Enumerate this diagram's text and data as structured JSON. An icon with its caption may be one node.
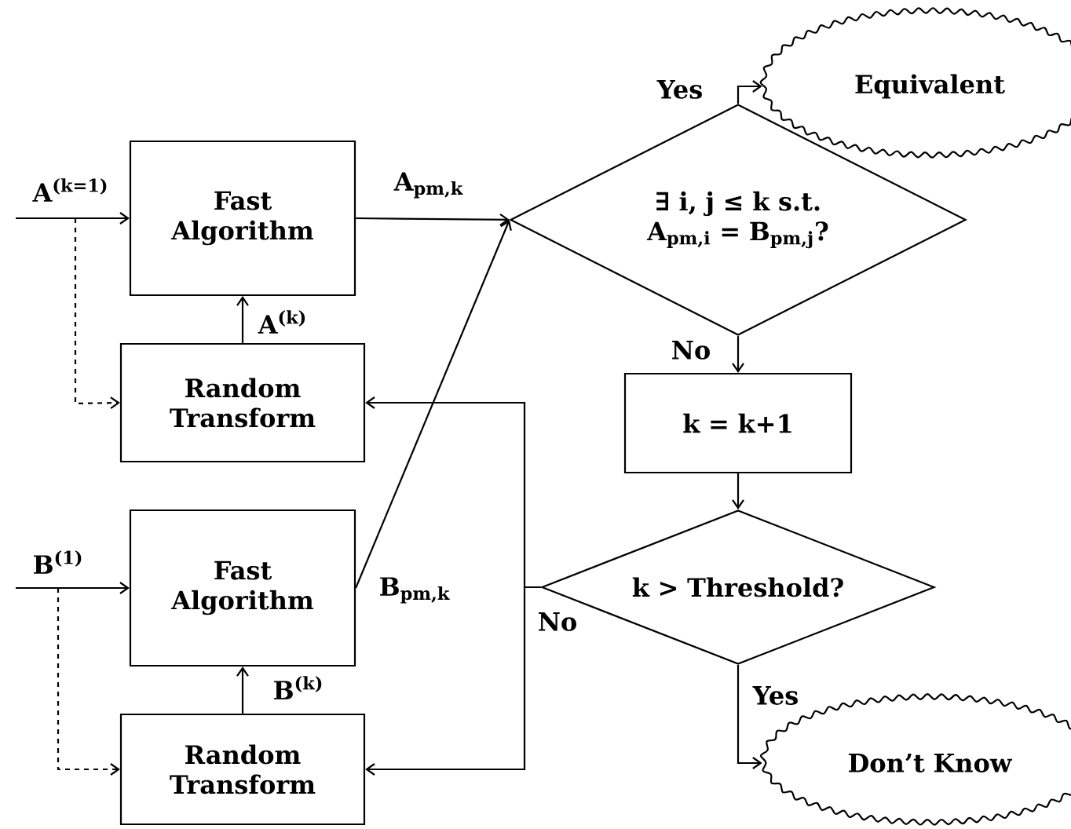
{
  "diagram": {
    "nodes": [
      {
        "text": [
          "Fast Algorithm"
        ]
      },
      {
        "text": [
          "Random Transform"
        ]
      },
      {
        "text": [
          "Fast Algorithm"
        ]
      },
      {
        "text": [
          "Random Transform"
        ]
      },
      {
        "text": [
          "∃ i, j ≤ k s.t. A$_{pm,i}$ = B$_{pm,j}$?"
        ]
      },
      {
        "text": [
          "k = k+1"
        ]
      },
      {
        "text": [
          "k > Threshold?"
        ]
      },
      {
        "text": [
          "Equivalent"
        ]
      },
      {
        "text": [
          "Don’t Know"
        ]
      }
    ],
    "edges": [
      {
        "from": null,
        "to": 0,
        "arrow": "to",
        "label": "A$^{(k=1)}$"
      },
      {
        "from": null,
        "to": 1,
        "arrow": "to",
        "style": "dashed"
      },
      {
        "from": 1,
        "to": 0,
        "arrow": "to",
        "label": "A$^{(k)}$"
      },
      {
        "from": 0,
        "to": 4,
        "arrow": "to",
        "label": "A$_{pm,k}$"
      },
      {
        "from": null,
        "to": 2,
        "arrow": "to",
        "label": "B$^{(1)}$"
      },
      {
        "from": null,
        "to": 3,
        "arrow": "to",
        "style": "dashed"
      },
      {
        "from": 3,
        "to": 2,
        "arrow": "to",
        "label": "B$^{(k)}$"
      },
      {
        "from": 2,
        "to": 4,
        "arrow": "to",
        "label": "B$_{pm,k}$"
      },
      {
        "from": 4,
        "to": 7,
        "arrow": "to",
        "label": "Yes"
      },
      {
        "from": 4,
        "to": 5,
        "arrow": "to",
        "label": "No"
      },
      {
        "from": 5,
        "to": 6,
        "arrow": "to"
      },
      {
        "from": 6,
        "to": 1,
        "arrow": "to",
        "label": "No"
      },
      {
        "from": 6,
        "to": 3,
        "arrow": "to"
      },
      {
        "from": 6,
        "to": 8,
        "arrow": "to",
        "label": "Yes"
      }
    ]
  }
}
